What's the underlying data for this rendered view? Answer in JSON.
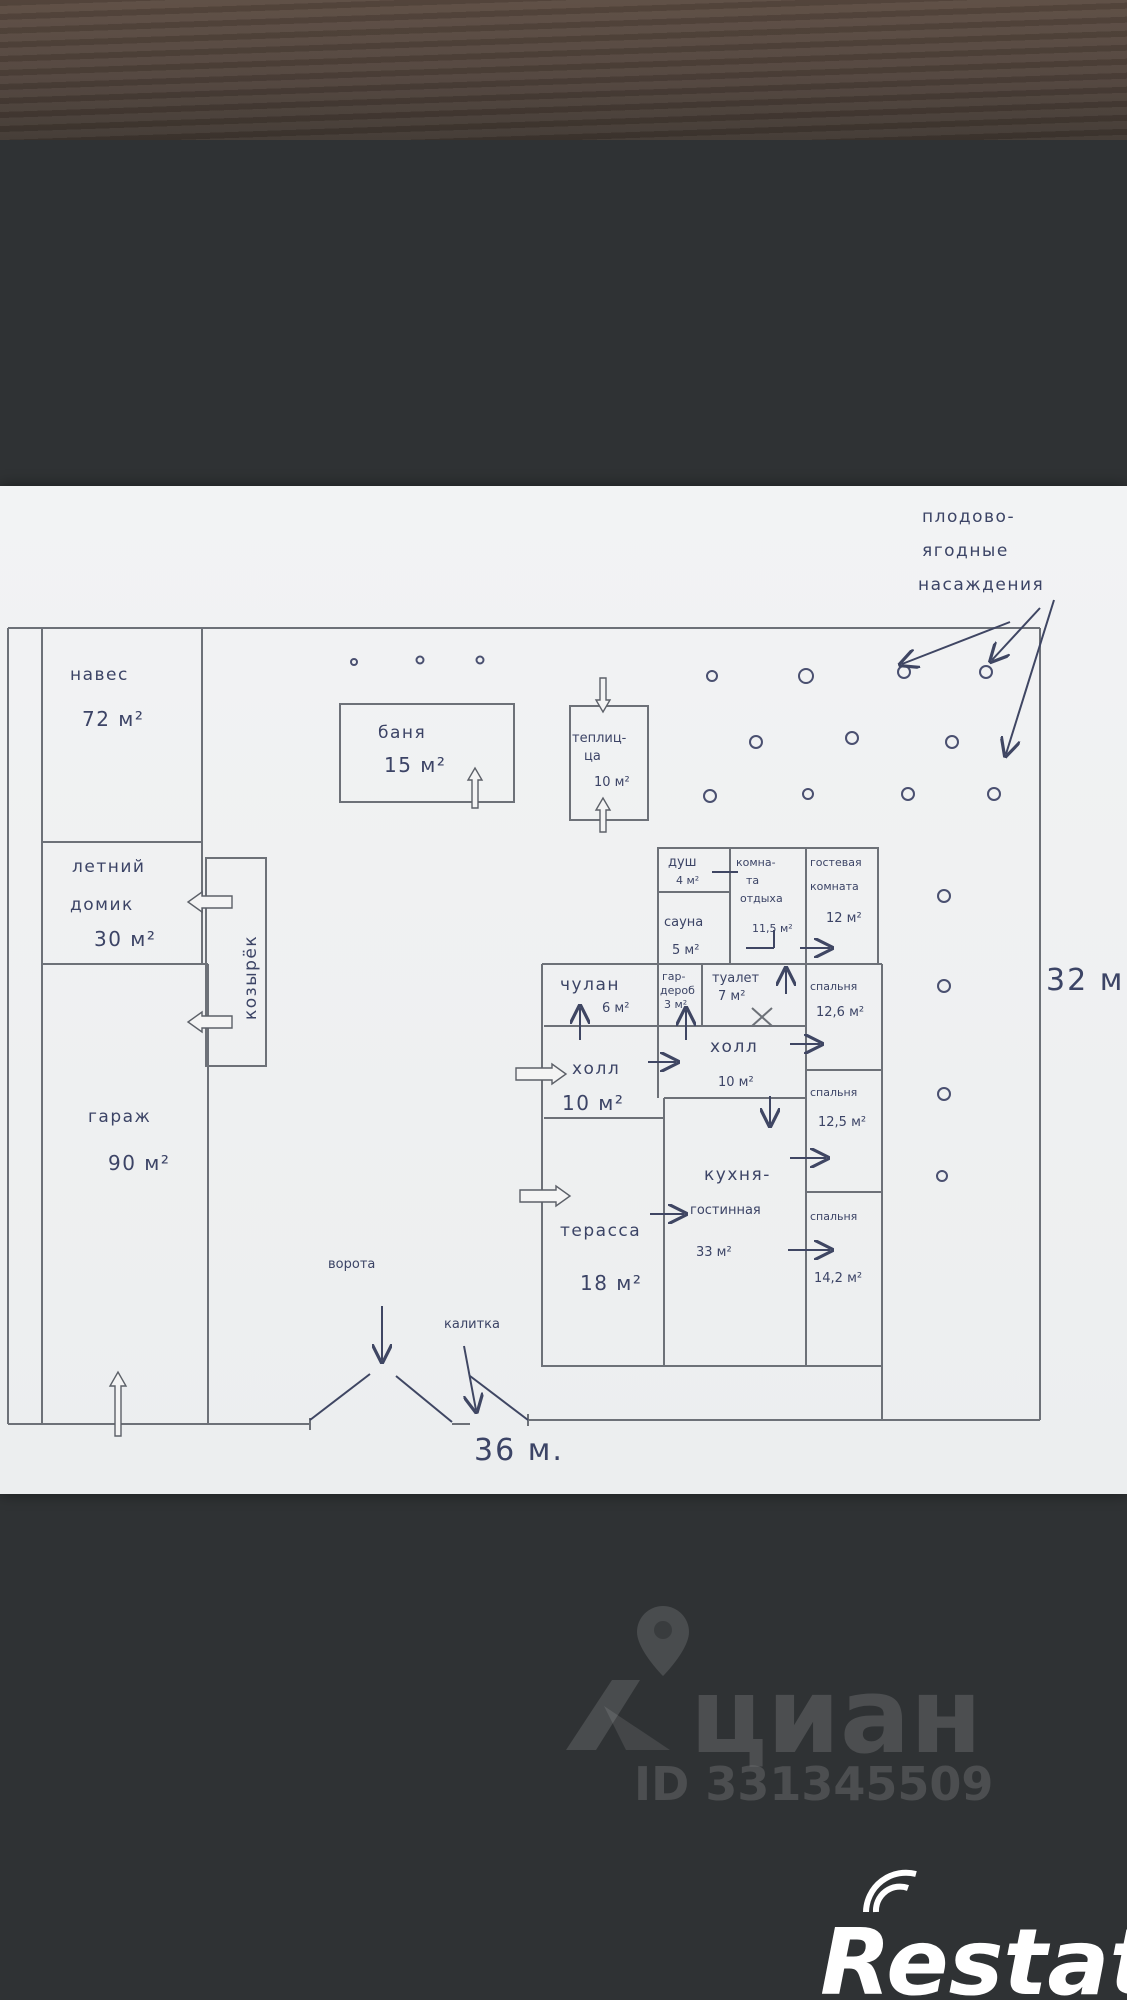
{
  "plan": {
    "dimensions": {
      "height": "32 м",
      "width": "36 м."
    },
    "annotations": {
      "trees_1": "плодово-",
      "trees_2": "ягодные",
      "trees_3": "насаждения",
      "gates": "ворота",
      "wicket": "калитка"
    },
    "areas": {
      "naves": {
        "name": "навес",
        "area": "72 м²"
      },
      "letniy": {
        "name_1": "летний",
        "name_2": "домик",
        "area": "30 м²"
      },
      "kozyrek": {
        "name": "козырёк"
      },
      "garazh": {
        "name": "гараж",
        "area": "90 м²"
      },
      "banya": {
        "name": "баня",
        "area": "15 м²"
      },
      "teplitsa": {
        "name_1": "теплиц-",
        "name_2": "ца",
        "area": "10 м²"
      },
      "dush": {
        "name": "душ",
        "area": "4 м²"
      },
      "komnata": {
        "name_1": "комна-",
        "name_2": "та",
        "name_3": "отдыха",
        "area": "11,5 м²"
      },
      "gostevaya": {
        "name_1": "гостевая",
        "name_2": "комната",
        "area": "12 м²"
      },
      "sauna": {
        "name": "сауна",
        "area": "5 м²"
      },
      "chulan": {
        "name": "чулан",
        "area": "6 м²"
      },
      "garderob": {
        "name_1": "гар-",
        "name_2": "дероб",
        "area": "3 м²"
      },
      "tualet": {
        "name": "туалет",
        "area": "7 м²"
      },
      "spalnya1": {
        "name": "спальня",
        "area": "12,6 м²"
      },
      "holl1": {
        "name": "холл",
        "area": "10 м²"
      },
      "holl2": {
        "name": "холл",
        "area": "10 м²"
      },
      "spalnya2": {
        "name": "спальня",
        "area": "12,5 м²"
      },
      "kuhnya": {
        "name_1": "кухня-",
        "name_2": "гостинная",
        "area": "33 м²"
      },
      "terrasa": {
        "name": "терасса",
        "area": "18 м²"
      },
      "spalnya3": {
        "name": "спальня",
        "area": "14,2 м²"
      }
    }
  },
  "watermark": {
    "brand": "циан",
    "id": "ID 331345509"
  },
  "logo": {
    "brand": "Restate"
  }
}
